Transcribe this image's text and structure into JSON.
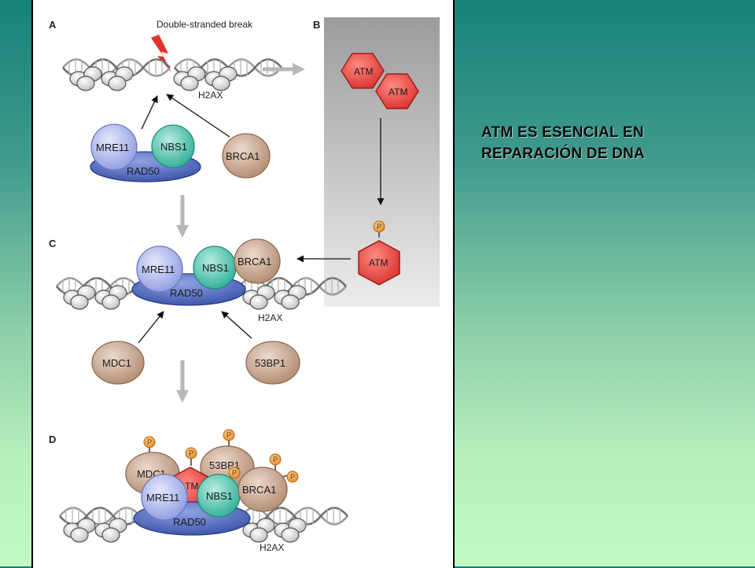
{
  "slide": {
    "title_line1": "ATM ES ESENCIAL EN",
    "title_line2": "REPARACIÓN DE DNA"
  },
  "figure": {
    "panel_labels": {
      "a": "A",
      "b": "B",
      "c": "C",
      "d": "D"
    },
    "annotations": {
      "break": "Double-stranded break",
      "h2ax": "H2AX"
    },
    "proteins": {
      "mre11": "MRE11",
      "nbs1": "NBS1",
      "rad50": "RAD50",
      "brca1": "BRCA1",
      "atm": "ATM",
      "mdc1": "MDC1",
      "bp53": "53BP1",
      "phospho": "P"
    },
    "colors": {
      "atm_red": "#e8413e",
      "mre11_lavender": "#aeb7ea",
      "nbs1_teal": "#4fc6b2",
      "rad50_blue": "#4d68bd",
      "tan_protein": "#c9a58c",
      "phospho_orange": "#f29a2e"
    }
  }
}
